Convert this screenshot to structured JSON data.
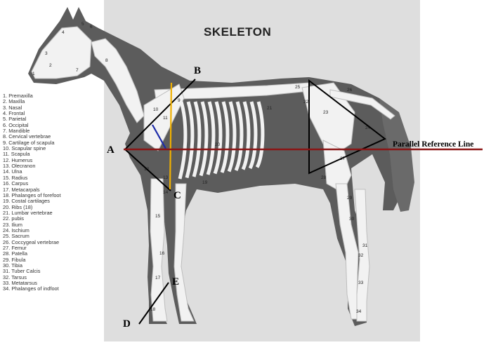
{
  "title": "SKELETON",
  "legend": [
    "1. Premaxilla",
    "2. Maxilla",
    "3. Nasal",
    "4. Frontal",
    "5. Parietal",
    "6. Occipital",
    "7. Mandible",
    "8. Cervical vertebrae",
    "9. Cartilage of scapula",
    "10. Scapular spine",
    "11. Scapula",
    "12. Humerus",
    "13. Olecranon",
    "14. Ulna",
    "15. Radius",
    "16. Carpus",
    "17. Metacarpals",
    "18. Phalanges of forefoot",
    "19. Costal cartilages",
    "20. Ribs (18)",
    "21. Lumbar vertebrae",
    "22. pubis",
    "23. Ilium",
    "24. Ischium",
    "25. Sacrum",
    "26. Coccygeal vertebrae",
    "27. Femur",
    "28. Patella",
    "29. Fibula",
    "30. Tibia",
    "31. Tuber Calcis",
    "32. Tarsus",
    "33. Metatarsus",
    "34. Phalanges of indfoot"
  ],
  "point_labels": {
    "a": "A",
    "b": "B",
    "c": "C",
    "d": "D",
    "e": "E"
  },
  "reference_line_label": "Parallel Reference Line",
  "bone_numbers": [
    "1",
    "2",
    "3",
    "4",
    "5",
    "6",
    "7",
    "8",
    "9",
    "10",
    "11",
    "12",
    "13",
    "14",
    "15",
    "16",
    "17",
    "18",
    "19",
    "20",
    "21",
    "22",
    "23",
    "24",
    "25",
    "26",
    "27",
    "28",
    "29",
    "30",
    "31",
    "32",
    "33",
    "34"
  ],
  "colors": {
    "reference_line": "#8b1414",
    "shoulder_line": "#f0b000",
    "scapula_angle": "#1c2aa8",
    "construction_lines": "#000000",
    "horse_silhouette": "#5c5c5c",
    "bones": "#f2f2f2"
  }
}
